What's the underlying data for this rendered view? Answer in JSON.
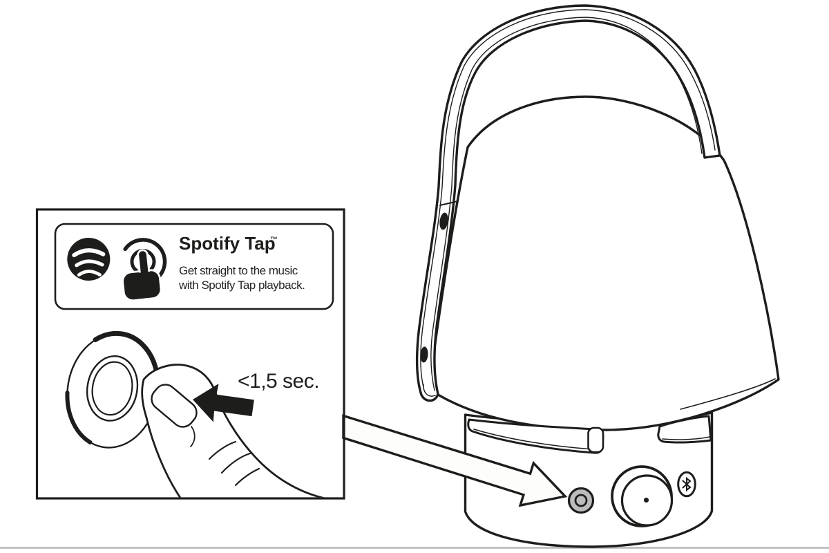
{
  "page": {
    "background": "#ffffff",
    "ink_color": "#1d1d1b",
    "bottom_divider_color": "#b4b8ba"
  },
  "spotify_tap_badge": {
    "title": "Spotify Tap",
    "trademark": "™",
    "description_line1": "Get straight to the music",
    "description_line2": "with Spotify Tap playback.",
    "icons": [
      "spotify-logo-icon",
      "tap-gesture-icon"
    ]
  },
  "instruction": {
    "press_duration_label": "<1,5 sec."
  },
  "device": {
    "tap_button_color": "#bcbcbc",
    "bluetooth_icon": "bluetooth"
  }
}
